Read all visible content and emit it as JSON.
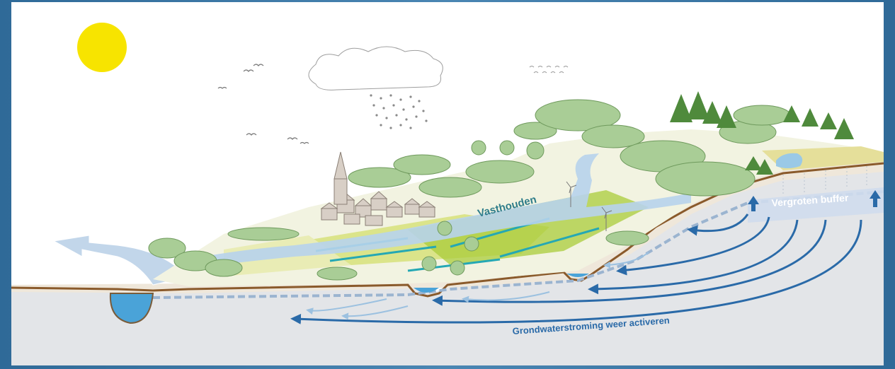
{
  "labels": {
    "retain": "Vasthouden",
    "buffer": "Vergroten buffer",
    "groundwater": "Grondwaterstroming weer activeren"
  },
  "colors": {
    "frame": "#3f79a6",
    "sky": "#ffffff",
    "sun": "#f7e400",
    "ground": "#e3e5e8",
    "soil_line": "#8a5a2b",
    "water": "#4aa3d8",
    "flow_arrow": "#2a6aa8",
    "tree": "#a9cd96",
    "conifer": "#4f8a3c",
    "field_yellow": "#dbe48a",
    "field_green": "#a9cc3a",
    "buildings": "#d8cfc6"
  },
  "icons": [
    "sun-icon",
    "cloud-icon",
    "rain-icon",
    "bird-icon",
    "church-icon",
    "up-arrow-icon"
  ]
}
